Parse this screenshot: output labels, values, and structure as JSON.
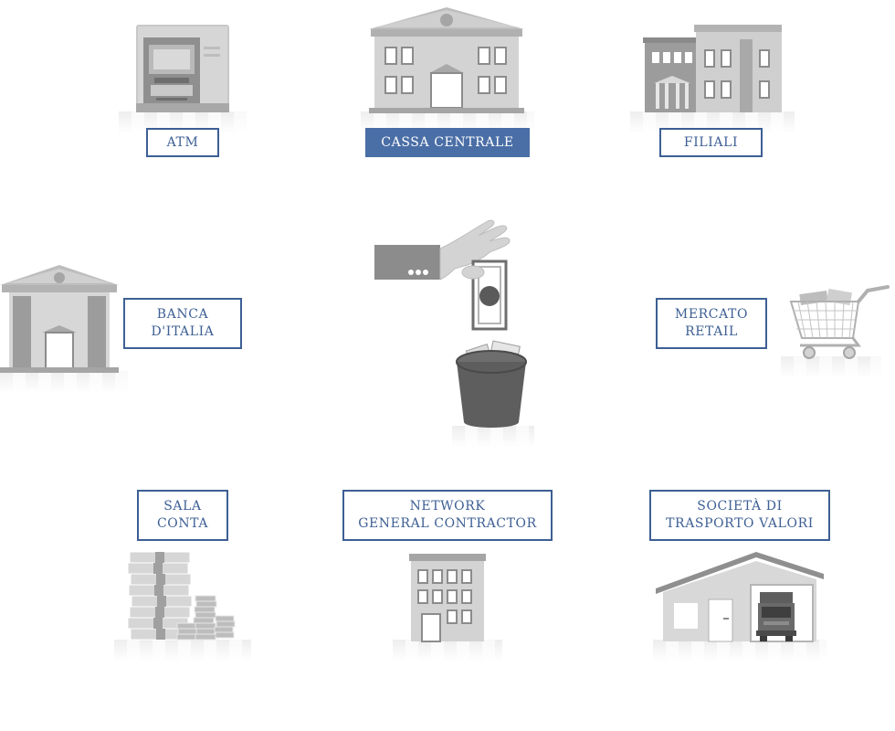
{
  "nodes": {
    "atm": {
      "label": "ATM",
      "icon": "atm-icon"
    },
    "cassa_centrale": {
      "label": "CASSA CENTRALE",
      "icon": "bank-building-icon",
      "active": true
    },
    "filiali": {
      "label": "FILIALI",
      "icon": "branch-office-icon"
    },
    "banca_italia": {
      "line1": "BANCA",
      "line2": "D'ITALIA",
      "icon": "central-bank-icon"
    },
    "mercato_retail": {
      "line1": "MERCATO",
      "line2": "RETAIL",
      "icon": "shopping-cart-icon"
    },
    "sala_conta": {
      "line1": "SALA",
      "line2": "CONTA",
      "icon": "cash-stacks-icon"
    },
    "network": {
      "line1": "NETWORK",
      "line2": "GENERAL CONTRACTOR",
      "icon": "office-building-icon"
    },
    "societa": {
      "line1": "SOCIETÀ DI",
      "line2": "TRASPORTO VALORI",
      "icon": "warehouse-truck-icon"
    }
  },
  "center": {
    "icon": "hand-banknote-bin-icon"
  },
  "colors": {
    "accent": "#3d5f94",
    "active_fill": "#4a6ea6",
    "icon_gray": "#9a9a9a"
  }
}
